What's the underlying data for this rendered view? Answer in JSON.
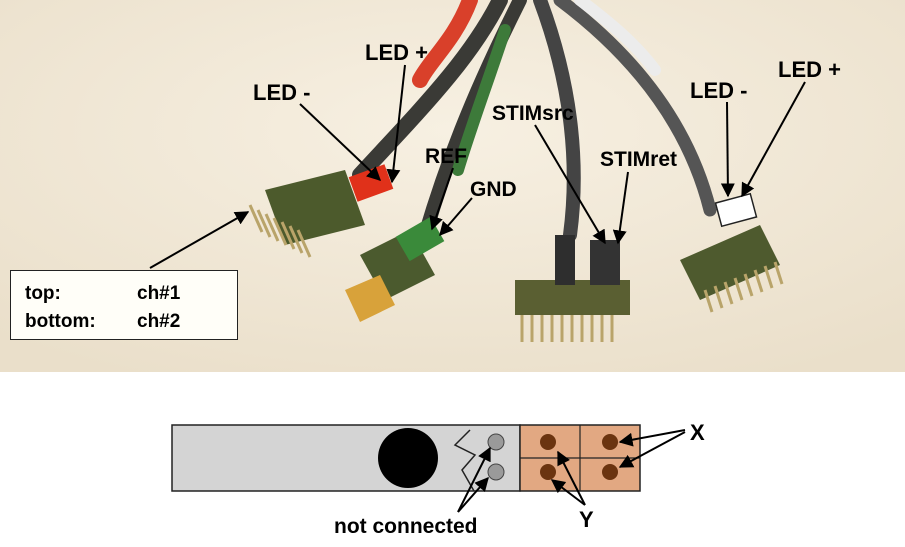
{
  "photo_labels": {
    "led_minus_left": "LED -",
    "led_plus_left": "LED +",
    "ref": "REF",
    "gnd": "GND",
    "stimsrc": "STIMsrc",
    "stimret": "STIMret",
    "led_minus_right": "LED -",
    "led_plus_right": "LED +"
  },
  "legend": {
    "top_key": "top:",
    "top_value": "ch#1",
    "bottom_key": "bottom:",
    "bottom_value": "ch#2"
  },
  "schematic_labels": {
    "x": "X",
    "y": "Y",
    "not_connected": "not connected"
  },
  "colors": {
    "photo_background": "#f3ead8",
    "schematic_gray": "#d4d4d4",
    "schematic_copper": "#e2a882",
    "pin_gray": "#9a9a9a",
    "pad_brown": "#6b3410",
    "red_sleeve": "#e0311a",
    "green_sleeve": "#3a8a3a"
  }
}
